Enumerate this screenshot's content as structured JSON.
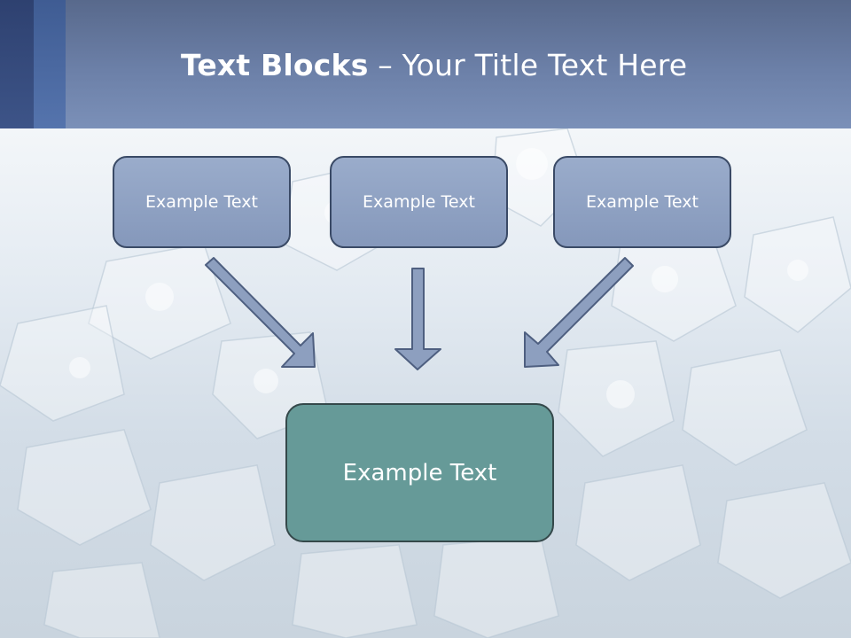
{
  "title": {
    "bold": "Text Blocks",
    "rest": " – Your Title Text Here"
  },
  "blocks": [
    {
      "label": "Example Text"
    },
    {
      "label": "Example Text"
    },
    {
      "label": "Example Text"
    }
  ],
  "target": {
    "label": "Example Text"
  },
  "colors": {
    "header": "#6c80a8",
    "block_fill": "#8fa2c4",
    "target_fill": "#669a98",
    "arrow_fill": "#8d9fbf",
    "arrow_stroke": "#4e5f80"
  }
}
